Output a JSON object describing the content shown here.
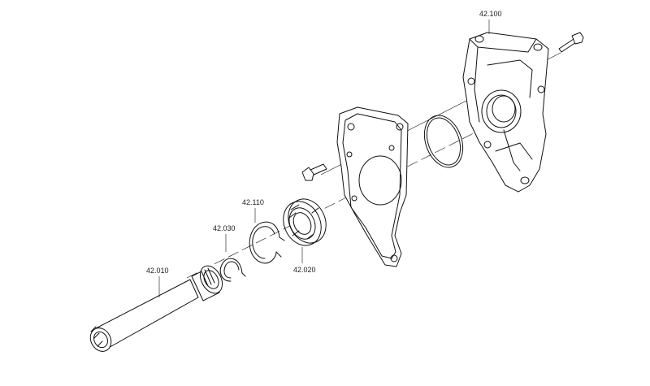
{
  "parts": {
    "p42100": "42.100",
    "p42110": "42.110",
    "p42030": "42.030",
    "p42020": "42.020",
    "p42010": "42.010"
  },
  "colors": {
    "line": "#111111",
    "background": "#ffffff"
  }
}
